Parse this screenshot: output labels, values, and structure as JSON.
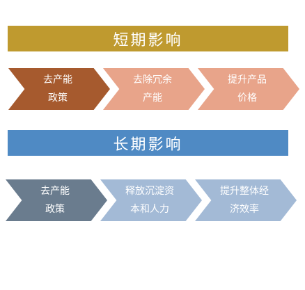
{
  "short_term": {
    "title": "短期影响",
    "steps": [
      "去产能\n政策",
      "去除冗余\n产能",
      "提升产品\n价格"
    ]
  },
  "long_term": {
    "title": "长期影响",
    "steps": [
      "去产能\n政策",
      "释放沉淀资\n本和人力",
      "提升整体经\n济效率"
    ]
  },
  "colors": {
    "short_banner": "#bf9a2f",
    "short_step_1": "#a65a2e",
    "short_step_rest": "#e8a48a",
    "long_banner": "#4f8ac4",
    "long_step_1": "#6a7c8e",
    "long_step_rest": "#a3bad6"
  }
}
